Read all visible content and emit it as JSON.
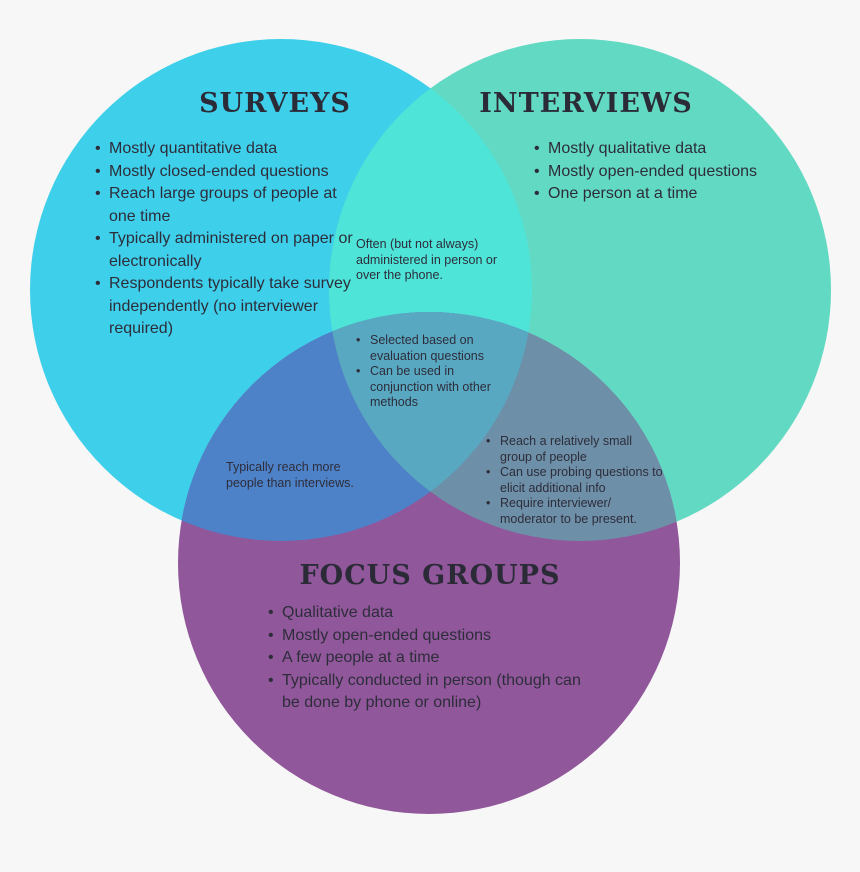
{
  "colors": {
    "background": "#f7f7f7",
    "surveys": "#3ecfea",
    "interviews": "#62d9c2",
    "focus_groups": "#91579b",
    "surveys_interviews": "#4ee4d8",
    "surveys_focus": "#4e82c8",
    "interviews_focus": "#6e8fa8",
    "center": "#59a8c2",
    "text": "#2d2d3a"
  },
  "sets": {
    "surveys": {
      "title": "SURVEYS",
      "items": [
        "Mostly quantitative data",
        "Mostly closed-ended questions",
        "Reach large groups of people at one time",
        "Typically administered on paper or electronically",
        "Respondents typically take survey independently (no interviewer required)"
      ]
    },
    "interviews": {
      "title": "INTERVIEWS",
      "items": [
        "Mostly qualitative data",
        "Mostly open-ended questions",
        "One person at a time"
      ]
    },
    "focus_groups": {
      "title": "FOCUS GROUPS",
      "items": [
        "Qualitative data",
        "Mostly open-ended questions",
        "A few people at a time",
        "Typically conducted in person (though can be done by phone or online)"
      ]
    }
  },
  "overlaps": {
    "surveys_interviews": "Often (but not always) administered in person or over the phone.",
    "surveys_focus_groups": "Typically reach more people than interviews.",
    "interviews_focus_groups": [
      "Reach a relatively small group of people",
      "Can use probing questions to elicit additional info",
      "Require interviewer/ moderator to be present."
    ],
    "all_three": [
      "Selected based on evaluation questions",
      "Can be used in conjunction with other methods"
    ]
  }
}
